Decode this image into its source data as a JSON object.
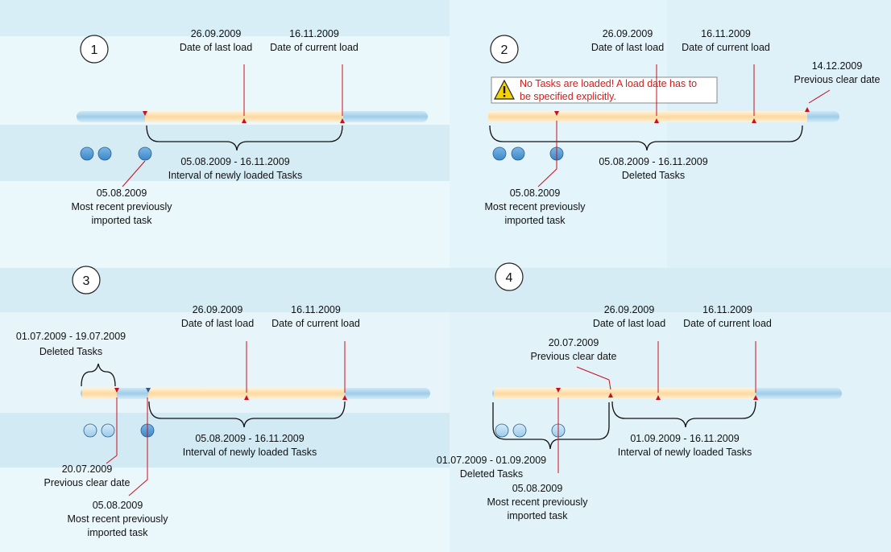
{
  "colors": {
    "band_light": "#eaf7fb",
    "band_mid": "#dcf0f7",
    "band_dark": "#cde8f2",
    "timeline_blue": "#a9d3ea",
    "timeline_orange": "#fde3b5",
    "pointer_red": "#c8101e",
    "circle_dark": "#4f97d3",
    "circle_light": "#b1d6ee",
    "warning_text": "#d41b1b"
  },
  "panels": [
    {
      "number": "1",
      "date_last_load": "26.09.2009",
      "label_last_load": "Date of last load",
      "date_current_load": "16.11.2009",
      "label_current_load": "Date of current load",
      "interval_dates": "05.08.2009 - 16.11.2009",
      "interval_label": "Interval of newly loaded Tasks",
      "recent_date": "05.08.2009",
      "recent_label_1": "Most recent previously",
      "recent_label_2": "imported task"
    },
    {
      "number": "2",
      "date_last_load": "26.09.2009",
      "label_last_load": "Date of last load",
      "date_current_load": "16.11.2009",
      "label_current_load": "Date of current load",
      "clear_date": "14.12.2009",
      "clear_label": "Previous clear date",
      "warning_line_1": "No Tasks are loaded! A load date has to",
      "warning_line_2": "be specified explicitly.",
      "interval_dates": "05.08.2009 - 16.11.2009",
      "interval_label": "Deleted Tasks",
      "recent_date": "05.08.2009",
      "recent_label_1": "Most recent previously",
      "recent_label_2": "imported task"
    },
    {
      "number": "3",
      "date_last_load": "26.09.2009",
      "label_last_load": "Date of last load",
      "date_current_load": "16.11.2009",
      "label_current_load": "Date of current load",
      "deleted_dates": "01.07.2009 - 19.07.2009",
      "deleted_label": "Deleted Tasks",
      "interval_dates": "05.08.2009 - 16.11.2009",
      "interval_label": "Interval of newly loaded Tasks",
      "clear_date": "20.07.2009",
      "clear_label": "Previous clear date",
      "recent_date": "05.08.2009",
      "recent_label_1": "Most recent previously",
      "recent_label_2": "imported task"
    },
    {
      "number": "4",
      "date_last_load": "26.09.2009",
      "label_last_load": "Date of last load",
      "date_current_load": "16.11.2009",
      "label_current_load": "Date of current load",
      "clear_date": "20.07.2009",
      "clear_label": "Previous clear date",
      "interval_dates": "01.09.2009 - 16.11.2009",
      "interval_label": "Interval of newly loaded Tasks",
      "deleted_dates": "01.07.2009 - 01.09.2009",
      "deleted_label": "Deleted Tasks",
      "recent_date": "05.08.2009",
      "recent_label_1": "Most recent previously",
      "recent_label_2": "imported task"
    }
  ]
}
